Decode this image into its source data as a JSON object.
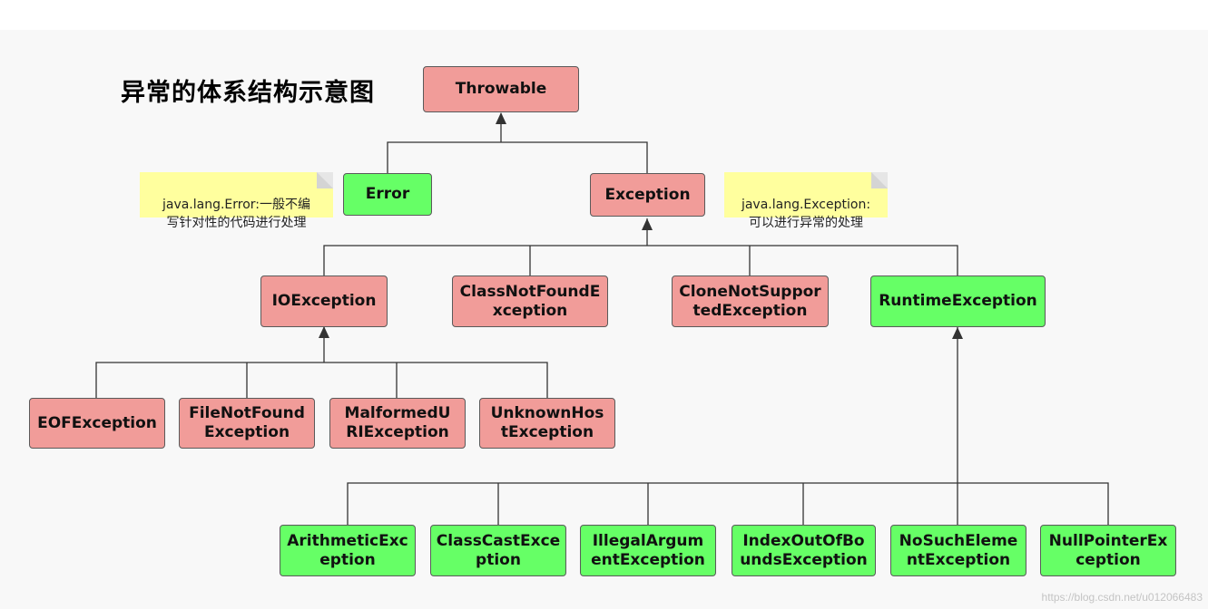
{
  "title": "异常的体系结构示意图",
  "colors": {
    "red_node": "#f19c99",
    "green_node": "#66ff66",
    "note": "#ffff9e",
    "line": "#333333"
  },
  "nodes": {
    "throwable": "Throwable",
    "error": "Error",
    "exception": "Exception",
    "ioexception": "IOException",
    "classnotfound": "ClassNotFoundE\nxception",
    "clonenotsupported": "CloneNotSuppor\ntedException",
    "runtime": "RuntimeException",
    "eof": "EOFException",
    "filenotfound": "FileNotFound\nException",
    "malformeduri": "MalformedU\nRIException",
    "unknownhost": "UnknownHos\ntException",
    "arithmetic": "ArithmeticExc\neption",
    "classcast": "ClassCastExce\nption",
    "illegalargument": "IllegalArgum\nentException",
    "indexoutofbounds": "IndexOutOfBo\nundsException",
    "nosuchelement": "NoSuchEleme\nntException",
    "nullpointer": "NullPointerEx\nception"
  },
  "notes": {
    "error_note": "java.lang.Error:一般不编\n写针对性的代码进行处理",
    "exception_note": "java.lang.Exception:\n可以进行异常的处理"
  },
  "watermark": "https://blog.csdn.net/u012066483"
}
